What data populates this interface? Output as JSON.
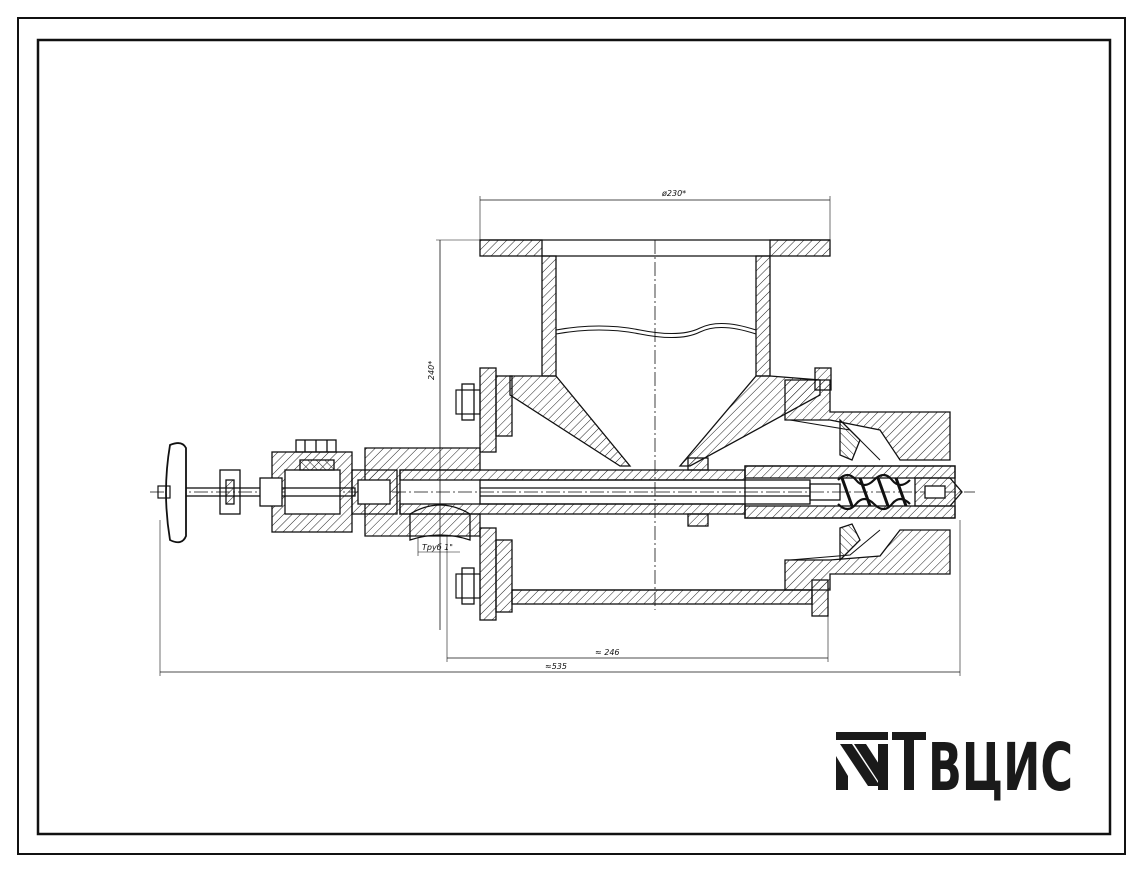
{
  "drawing": {
    "dimensions": {
      "top_diameter": "ø230*",
      "height": "240*",
      "body_length": "≈ 246",
      "total_length": "≈535",
      "pipe_note": "Труб 1\""
    }
  },
  "logo": {
    "text": "ВЦИС",
    "color": "#1a1a1a"
  }
}
